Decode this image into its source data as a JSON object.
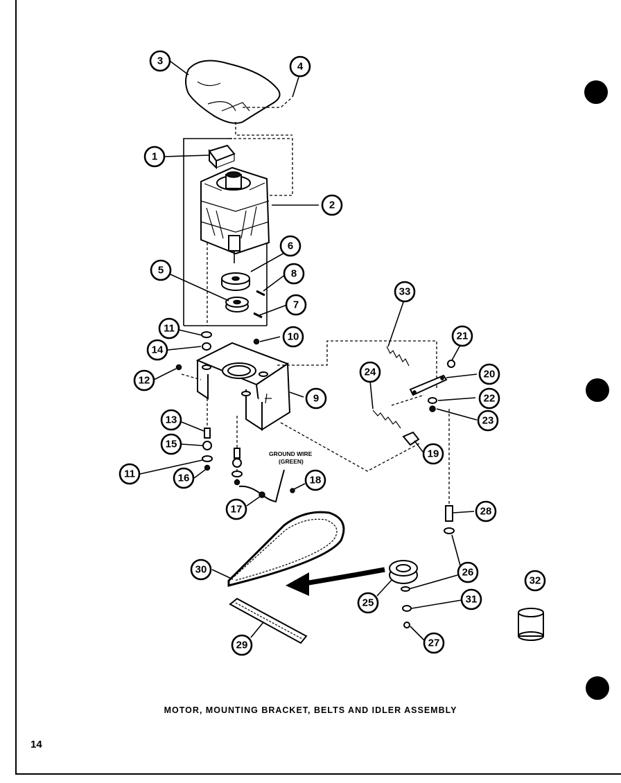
{
  "caption": "MOTOR, MOUNTING BRACKET, BELTS AND IDLER ASSEMBLY",
  "page_number": "14",
  "ground_wire_label": {
    "line1": "GROUND WIRE",
    "line2": "(GREEN)"
  },
  "callouts": {
    "c1": "1",
    "c2": "2",
    "c3": "3",
    "c4": "4",
    "c5": "5",
    "c6": "6",
    "c7": "7",
    "c8": "8",
    "c9": "9",
    "c10": "10",
    "c11a": "11",
    "c11b": "11",
    "c12": "12",
    "c13": "13",
    "c14": "14",
    "c15": "15",
    "c16": "16",
    "c17": "17",
    "c18": "18",
    "c19": "19",
    "c20": "20",
    "c21": "21",
    "c22": "22",
    "c23": "23",
    "c24": "24",
    "c25": "25",
    "c26": "26",
    "c27": "27",
    "c28": "28",
    "c29": "29",
    "c30": "30",
    "c31": "31",
    "c32": "32",
    "c33": "33"
  }
}
